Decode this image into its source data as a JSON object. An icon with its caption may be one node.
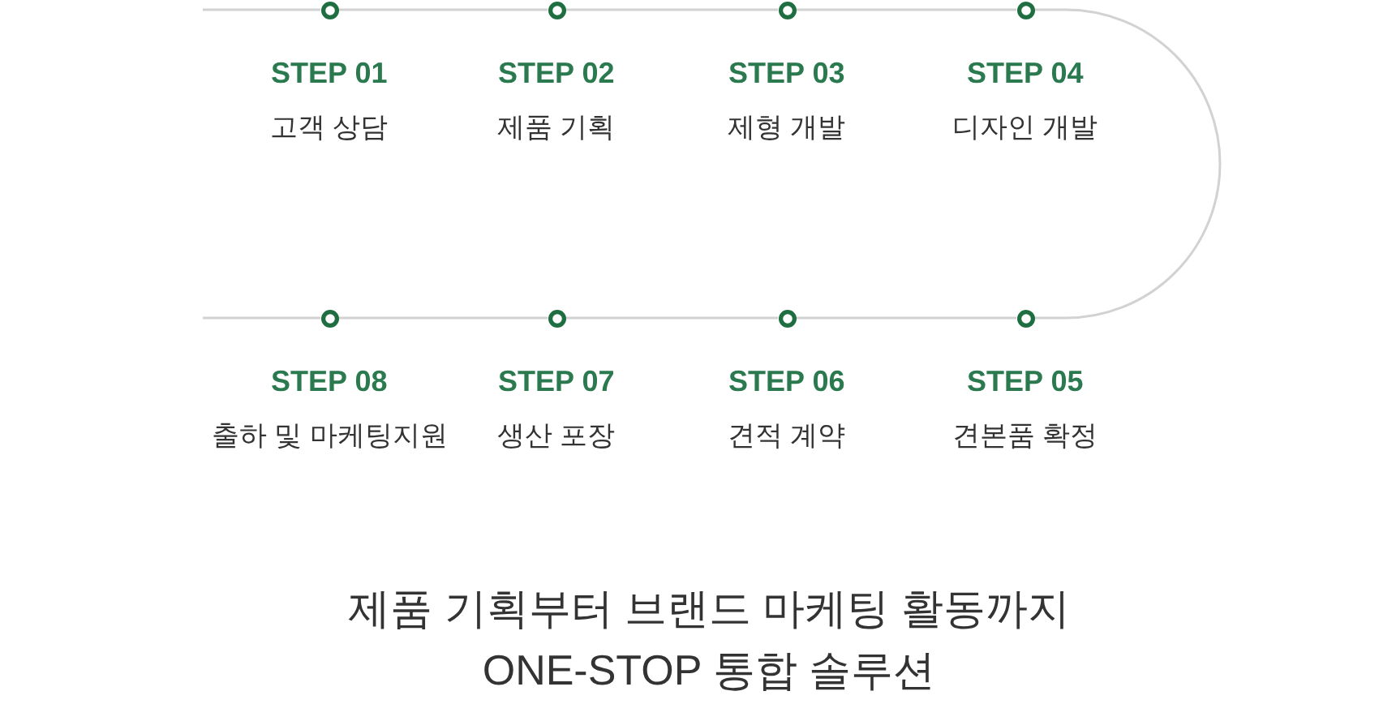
{
  "diagram": {
    "caption": "제품 기획부터 브랜드 마케팅 활동까지 ONE-STOP 통합 솔루션",
    "nodes": [
      {
        "text": [],
        "shape": "circle",
        "beside": [
          "STEP 01",
          "고객 상담"
        ]
      },
      {
        "text": [],
        "shape": "circle",
        "beside": [
          "STEP 02",
          "제품 기획"
        ]
      },
      {
        "text": [],
        "shape": "circle",
        "beside": [
          "STEP 03",
          "제형 개발"
        ]
      },
      {
        "text": [],
        "shape": "circle",
        "beside": [
          "STEP 04",
          "디자인 개발"
        ]
      },
      {
        "text": [],
        "shape": "circle",
        "beside": [
          "STEP 05",
          "견본품 확정"
        ]
      },
      {
        "text": [],
        "shape": "circle",
        "beside": [
          "STEP 06",
          "견적 계약"
        ]
      },
      {
        "text": [],
        "shape": "circle",
        "beside": [
          "STEP 07",
          "생산 포장"
        ]
      },
      {
        "text": [],
        "shape": "circle",
        "beside": [
          "STEP 08",
          "출하 및 마케팅지원"
        ]
      }
    ],
    "edges": [
      {
        "from": null,
        "to": 0,
        "arrow": "none"
      },
      {
        "from": 0,
        "to": 1,
        "arrow": "none"
      },
      {
        "from": 1,
        "to": 2,
        "arrow": "none"
      },
      {
        "from": 2,
        "to": 3,
        "arrow": "none"
      },
      {
        "from": 3,
        "to": 4,
        "arrow": "none"
      },
      {
        "from": 4,
        "to": 5,
        "arrow": "none"
      },
      {
        "from": 5,
        "to": 6,
        "arrow": "none"
      },
      {
        "from": 6,
        "to": 7,
        "arrow": "none"
      },
      {
        "from": 7,
        "to": null,
        "arrow": "none"
      }
    ]
  }
}
